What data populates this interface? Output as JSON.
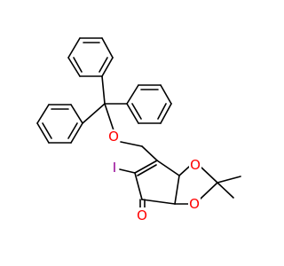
{
  "structure": {
    "atoms": [
      {
        "symbol": "O",
        "name": "ether-oxygen"
      },
      {
        "symbol": "O",
        "name": "dioxolane-oxygen-top"
      },
      {
        "symbol": "O",
        "name": "dioxolane-oxygen-bottom"
      },
      {
        "symbol": "O",
        "name": "carbonyl-oxygen"
      },
      {
        "symbol": "I",
        "name": "iodine"
      }
    ]
  },
  "colors": {
    "oxygen": "#ff0000",
    "iodine": "#940094",
    "bond": "#000000"
  }
}
